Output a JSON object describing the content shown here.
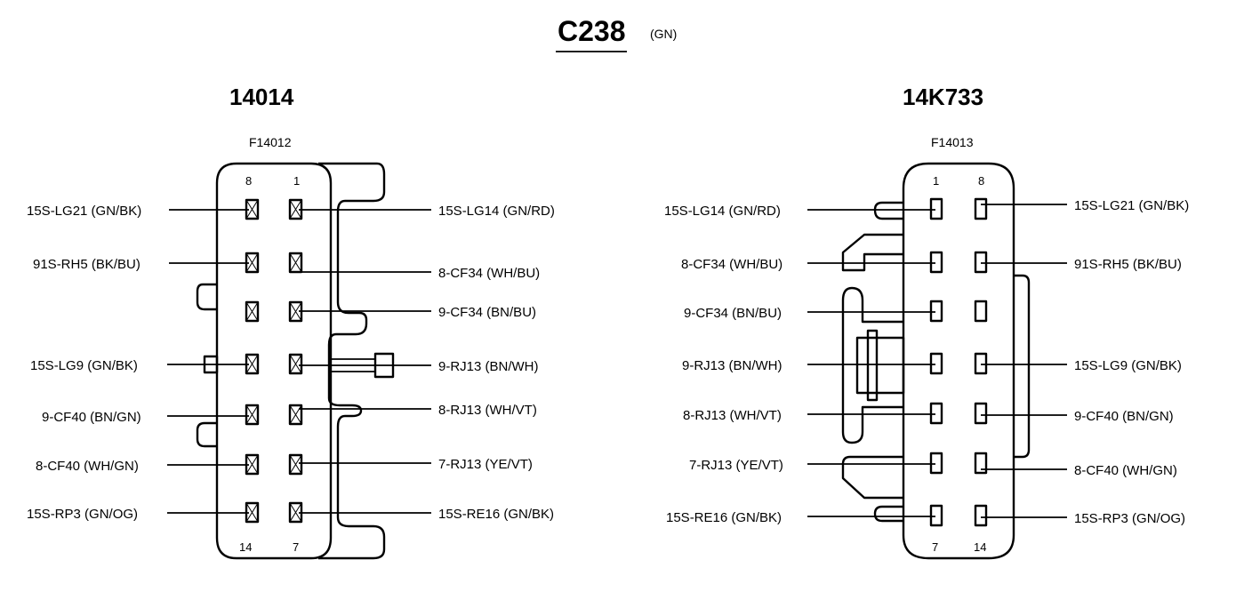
{
  "connector": {
    "id": "C238",
    "color": "(GN)"
  },
  "left": {
    "part_no": "14014",
    "family": "F14012",
    "pin_corners": {
      "top_left": "8",
      "top_right": "1",
      "bottom_left": "14",
      "bottom_right": "7"
    },
    "wires_left": [
      "15S-LG21 (GN/BK)",
      "91S-RH5 (BK/BU)",
      "15S-LG9 (GN/BK)",
      "9-CF40 (BN/GN)",
      "8-CF40 (WH/GN)",
      "15S-RP3 (GN/OG)"
    ],
    "wires_right": [
      "15S-LG14 (GN/RD)",
      "8-CF34 (WH/BU)",
      "9-CF34 (BN/BU)",
      "9-RJ13 (BN/WH)",
      "8-RJ13 (WH/VT)",
      "7-RJ13 (YE/VT)",
      "15S-RE16 (GN/BK)"
    ]
  },
  "right": {
    "part_no": "14K733",
    "family": "F14013",
    "pin_corners": {
      "top_left": "1",
      "top_right": "8",
      "bottom_left": "7",
      "bottom_right": "14"
    },
    "wires_left": [
      "15S-LG14 (GN/RD)",
      "8-CF34 (WH/BU)",
      "9-CF34 (BN/BU)",
      "9-RJ13 (BN/WH)",
      "8-RJ13 (WH/VT)",
      "7-RJ13 (YE/VT)",
      "15S-RE16 (GN/BK)"
    ],
    "wires_right": [
      "15S-LG21 (GN/BK)",
      "91S-RH5 (BK/BU)",
      "15S-LG9 (GN/BK)",
      "9-CF40 (BN/GN)",
      "8-CF40 (WH/GN)",
      "15S-RP3 (GN/OG)"
    ]
  }
}
